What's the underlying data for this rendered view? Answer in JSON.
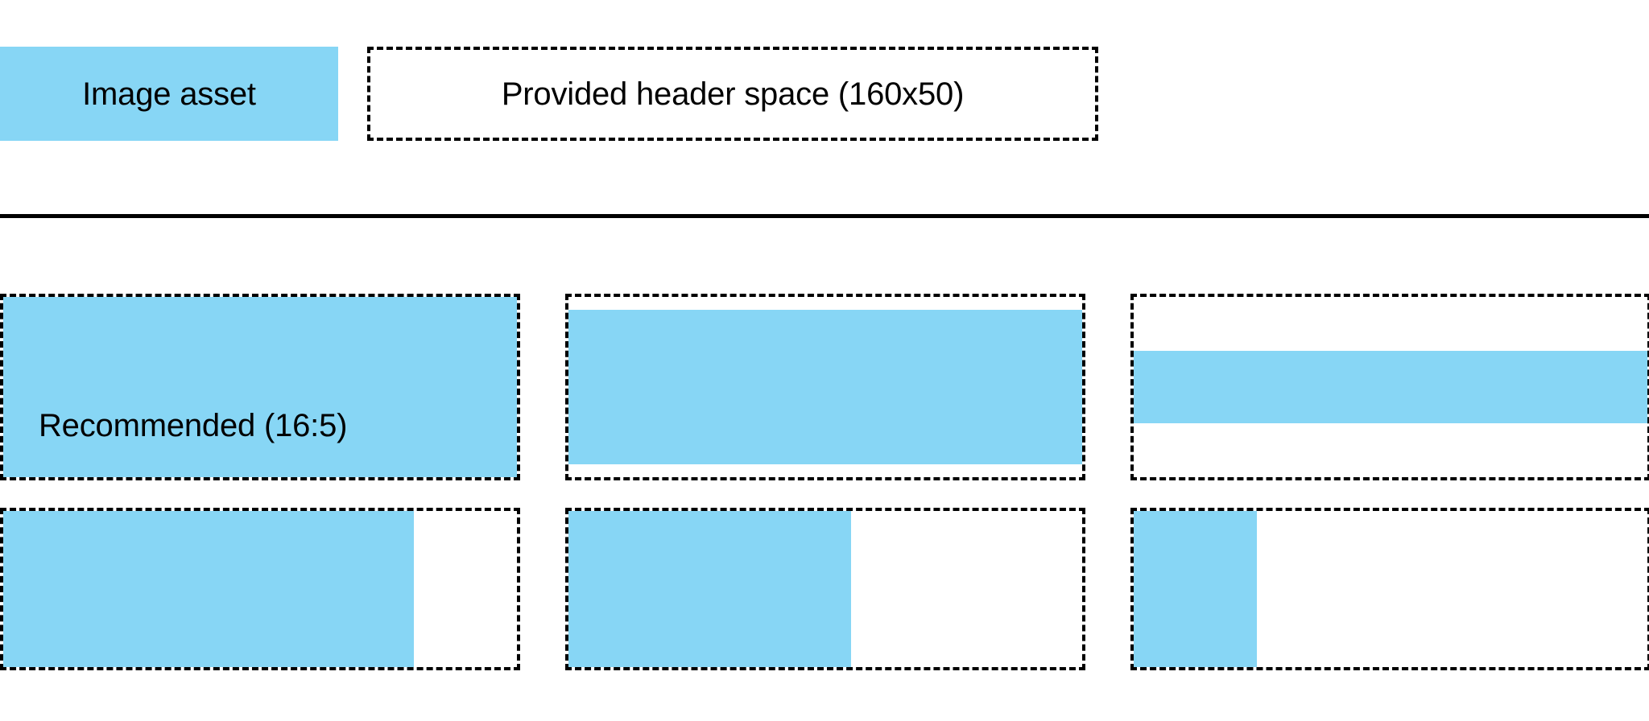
{
  "legend": {
    "asset_swatch_label": "Image asset",
    "header_space_label": "Provided header space (160x50)",
    "swatch_color": "#87d6f5",
    "border_color": "#000000"
  },
  "divider": {
    "color": "#000000"
  },
  "grid": {
    "rows": [
      {
        "cells": [
          {
            "label": "Recommended (16:5)",
            "fill": {
              "left_pct": 0,
              "top_pct": 0,
              "width_pct": 100,
              "height_pct": 100
            }
          },
          {
            "label": "",
            "fill": {
              "left_pct": 0,
              "top_pct": 7,
              "width_pct": 100,
              "height_pct": 86
            }
          },
          {
            "label": "",
            "fill": {
              "left_pct": 0,
              "top_pct": 30,
              "width_pct": 100,
              "height_pct": 40
            }
          }
        ]
      },
      {
        "cells": [
          {
            "label": "",
            "fill": {
              "left_pct": 0,
              "top_pct": 0,
              "width_pct": 80,
              "height_pct": 100
            }
          },
          {
            "label": "",
            "fill": {
              "left_pct": 0,
              "top_pct": 0,
              "width_pct": 55,
              "height_pct": 100
            }
          },
          {
            "label": "",
            "fill": {
              "left_pct": 0,
              "top_pct": 0,
              "width_pct": 24,
              "height_pct": 100
            }
          }
        ]
      }
    ]
  }
}
